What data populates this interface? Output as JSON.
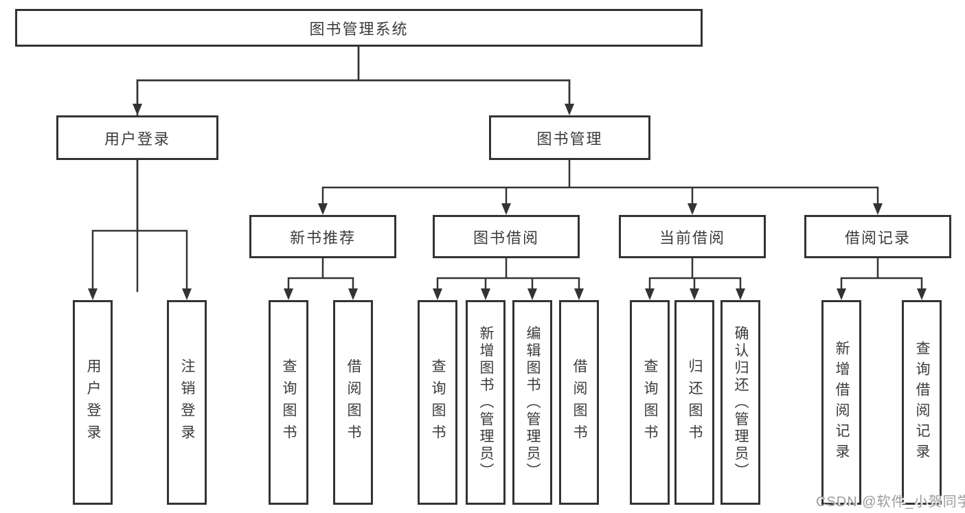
{
  "tree": {
    "label": "图书管理系统",
    "children": [
      {
        "label": "用户登录",
        "children": [
          {
            "label": "用户登录"
          },
          {
            "label": "注销登录"
          }
        ]
      },
      {
        "label": "图书管理",
        "children": [
          {
            "label": "新书推荐",
            "children": [
              {
                "label": "查询图书"
              },
              {
                "label": "借阅图书"
              }
            ]
          },
          {
            "label": "图书借阅",
            "children": [
              {
                "label": "查询图书"
              },
              {
                "label": "新增图书（管理员）"
              },
              {
                "label": "编辑图书（管理员）"
              },
              {
                "label": "借阅图书"
              }
            ]
          },
          {
            "label": "当前借阅",
            "children": [
              {
                "label": "查询图书"
              },
              {
                "label": "归还图书"
              },
              {
                "label": "确认归还（管理员）"
              }
            ]
          },
          {
            "label": "借阅记录",
            "children": [
              {
                "label": "新增借阅记录"
              },
              {
                "label": "查询借阅记录"
              }
            ]
          }
        ]
      }
    ]
  },
  "watermark": {
    "text": "CSDN @软件_小贺同学"
  },
  "colors": {
    "line": "#333333",
    "box_border": "#333333",
    "text": "#3b3b3b",
    "background": "#ffffff",
    "watermark": "#9c9c9c"
  }
}
